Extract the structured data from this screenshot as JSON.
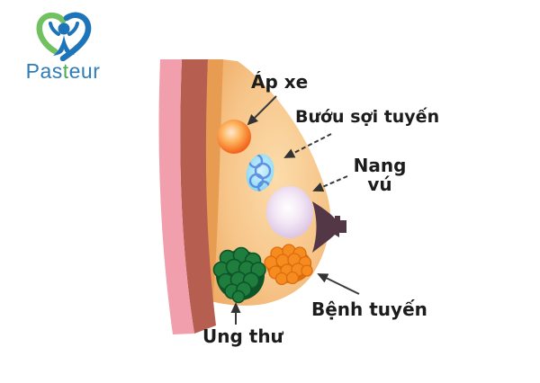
{
  "logo": {
    "brand": "Pasteur",
    "brand_parts": [
      "Pas",
      "t",
      "eur"
    ],
    "icon": "heart-person-icon",
    "colors": {
      "green": "#72c161",
      "blue": "#1d74b8",
      "text_blue": "#2e7cb8"
    }
  },
  "diagram": {
    "subject": "breast cross-section with common breast conditions",
    "labels": {
      "abscess": "Áp xe",
      "fibroadenoma": "Bướu sợi tuyến",
      "cyst": "Nang vú",
      "adenosis": "Bệnh tuyến",
      "cancer": "Ung thư"
    },
    "colors": {
      "skin_layer": "#f29fad",
      "muscle_layer": "#b65e50",
      "tissue_edge_strip": "#e79c51",
      "breast_tissue": "#f6c488",
      "nipple": "#533746",
      "abscess": "#f05a1f",
      "fibroadenoma": "#9fe0f8",
      "fibroadenoma_lines": "#4f82dd",
      "cyst": "#dcc4e4",
      "adenosis": "#f68b1f",
      "cancer": "#1f7d3d",
      "arrow": "#3a3a3a",
      "label_text": "#1c1c1c"
    }
  }
}
